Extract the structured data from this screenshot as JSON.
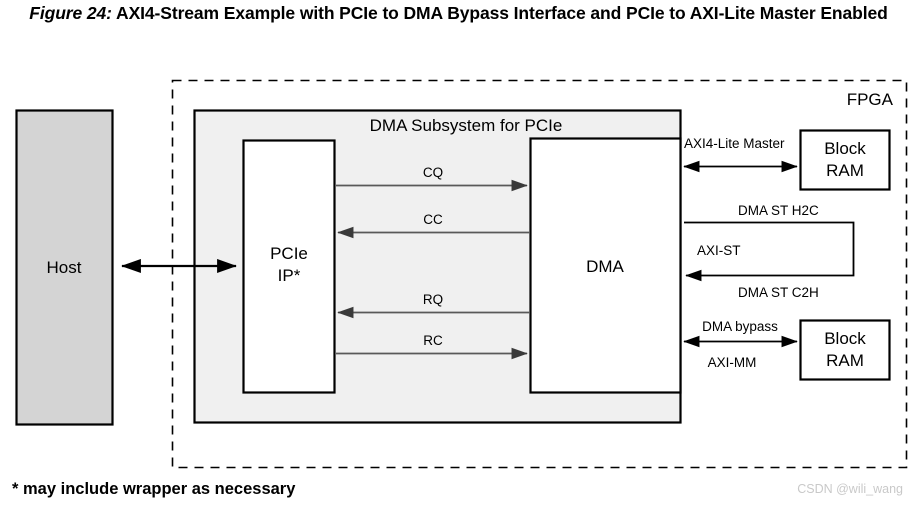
{
  "title": {
    "figure_number": "Figure 24:",
    "text": "AXI4-Stream Example with PCIe to DMA Bypass Interface and PCIe to AXI-Lite Master Enabled"
  },
  "diagram": {
    "type": "block-diagram",
    "fpga_boundary_label": "FPGA",
    "subsystem_label": "DMA Subsystem for PCIe",
    "blocks": [
      {
        "id": "host",
        "label": "Host",
        "fill": "#d4d4d4"
      },
      {
        "id": "pcie-ip",
        "label_line1": "PCIe",
        "label_line2": "IP*",
        "fill": "#ffffff"
      },
      {
        "id": "dma",
        "label": "DMA",
        "fill": "#ffffff"
      },
      {
        "id": "block-ram-top",
        "label_line1": "Block",
        "label_line2": "RAM",
        "fill": "#ffffff"
      },
      {
        "id": "block-ram-bottom",
        "label_line1": "Block",
        "label_line2": "RAM",
        "fill": "#ffffff"
      }
    ],
    "connections": [
      {
        "id": "host-pcie",
        "label": "",
        "direction": "bidirectional"
      },
      {
        "id": "cq",
        "label": "CQ",
        "direction": "right"
      },
      {
        "id": "cc",
        "label": "CC",
        "direction": "left"
      },
      {
        "id": "rq",
        "label": "RQ",
        "direction": "left"
      },
      {
        "id": "rc",
        "label": "RC",
        "direction": "right"
      },
      {
        "id": "axi4-lite-master",
        "label": "AXI4-Lite Master",
        "direction": "bidirectional"
      },
      {
        "id": "dma-st-h2c",
        "label": "DMA ST H2C",
        "direction": "right"
      },
      {
        "id": "axi-st",
        "label": "AXI-ST",
        "direction": "loopback"
      },
      {
        "id": "dma-st-c2h",
        "label": "DMA ST C2H",
        "direction": "left"
      },
      {
        "id": "dma-bypass",
        "label": "DMA bypass",
        "direction": "bidirectional"
      },
      {
        "id": "axi-mm",
        "label": "AXI-MM",
        "direction": "bidirectional"
      }
    ],
    "colors": {
      "host_fill": "#d4d4d4",
      "subsystem_fill": "#f0f0f0",
      "block_fill": "#ffffff",
      "stroke": "#000000",
      "arrow_stroke": "#595959",
      "boundary_stroke": "#000000"
    }
  },
  "footnote": "* may include wrapper as necessary",
  "watermark": "CSDN @wili_wang"
}
